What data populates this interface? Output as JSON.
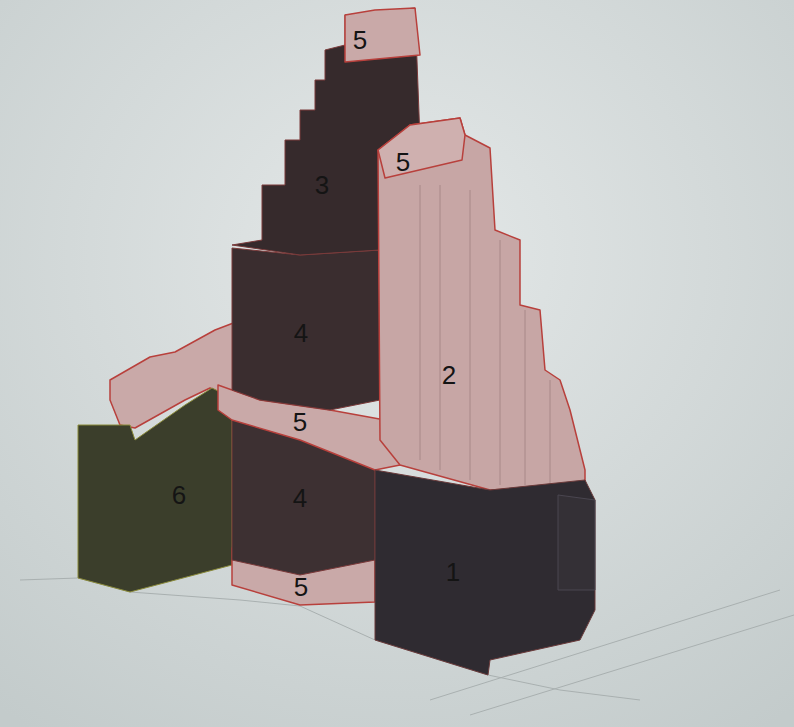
{
  "diagram": {
    "labels": [
      "5",
      "5",
      "3",
      "4",
      "2",
      "5",
      "6",
      "4",
      "5",
      "1"
    ]
  }
}
